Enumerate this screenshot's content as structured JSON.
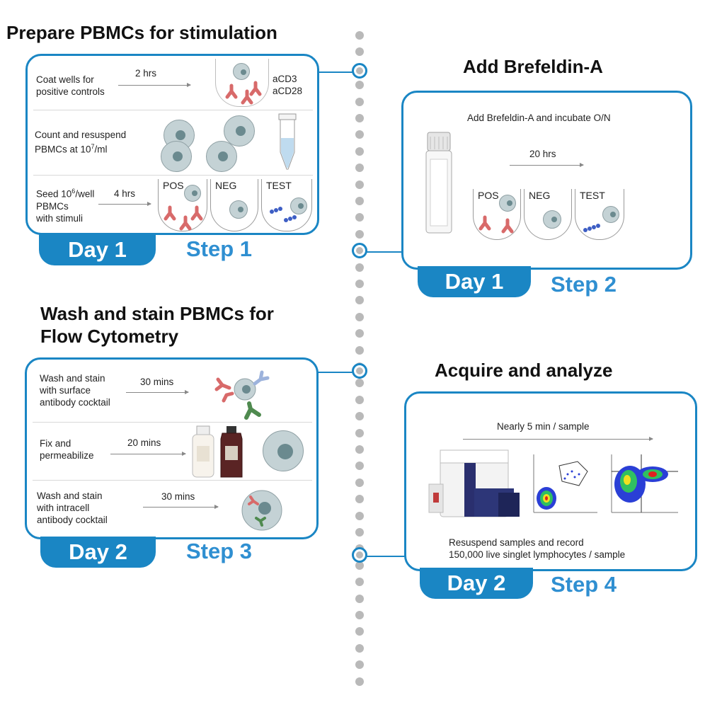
{
  "timeline": {
    "dot_color": "#b9b9b9",
    "accent": "#1a86c4"
  },
  "step1": {
    "title": "Prepare PBMCs for stimulation",
    "row1": {
      "text": [
        "Coat wells for",
        "positive controls"
      ],
      "duration": "2 hrs",
      "labels": [
        "aCD3",
        "aCD28"
      ]
    },
    "row2": {
      "text": [
        "Count and resuspend",
        "PBMCs at 10",
        "7",
        "/ml"
      ]
    },
    "row3": {
      "text": [
        "Seed 10",
        "6",
        "/well",
        "PBMCs",
        "with stimuli"
      ],
      "duration": "4 hrs",
      "wells": [
        "POS",
        "NEG",
        "TEST"
      ]
    },
    "day": "Day 1",
    "step": "Step 1"
  },
  "step2": {
    "title": "Add Brefeldin-A",
    "caption": "Add Brefeldin-A and incubate O/N",
    "duration": "20 hrs",
    "wells": [
      "POS",
      "NEG",
      "TEST"
    ],
    "day": "Day 1",
    "step": "Step 2"
  },
  "step3": {
    "title": [
      "Wash and stain PBMCs for",
      "Flow Cytometry"
    ],
    "row1": {
      "text": [
        "Wash and stain",
        "with surface",
        "antibody cocktail"
      ],
      "duration": "30 mins"
    },
    "row2": {
      "text": [
        "Fix and",
        "permeabilize"
      ],
      "duration": "20 mins"
    },
    "row3": {
      "text": [
        "Wash and stain",
        "with intracell",
        "antibody cocktail"
      ],
      "duration": "30 mins"
    },
    "day": "Day 2",
    "step": "Step 3"
  },
  "step4": {
    "title": "Acquire and analyze",
    "caption": "Nearly 5 min / sample",
    "footer": [
      "Resuspend samples and record",
      "150,000 live singlet lymphocytes / sample"
    ],
    "day": "Day 2",
    "step": "Step 4"
  }
}
